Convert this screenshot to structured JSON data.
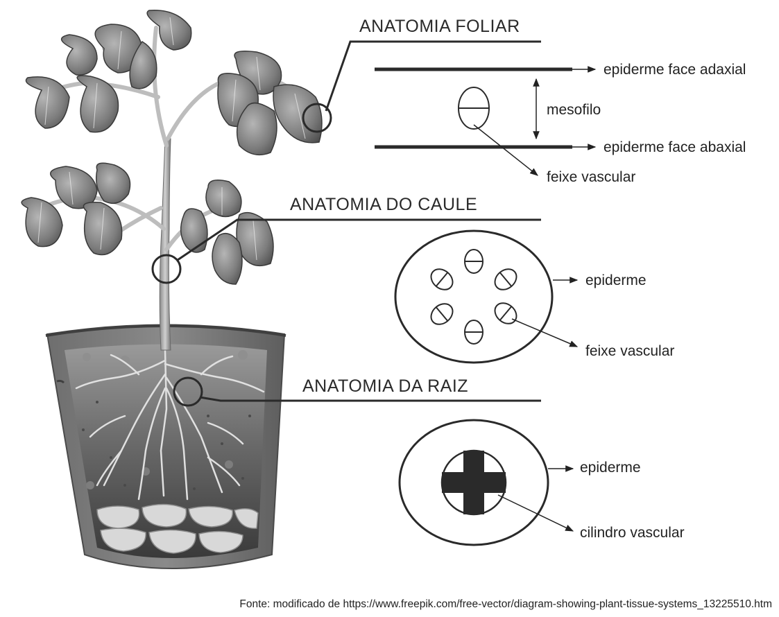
{
  "leaf": {
    "title": "ANATOMIA FOLIAR",
    "epidermis_upper": "epiderme face adaxial",
    "mesophyll": "mesofilo",
    "epidermis_lower": "epiderme face abaxial",
    "vascular_bundle": "feixe vascular"
  },
  "stem": {
    "title": "ANATOMIA DO CAULE",
    "epidermis": "epiderme",
    "vascular_bundle": "feixe vascular"
  },
  "root": {
    "title": "ANATOMIA DA RAIZ",
    "epidermis": "epiderme",
    "vascular_cylinder": "cilindro vascular"
  },
  "source": "Fonte: modificado de https://www.freepik.com/free-vector/diagram-showing-plant-tissue-systems_13225510.htm"
}
